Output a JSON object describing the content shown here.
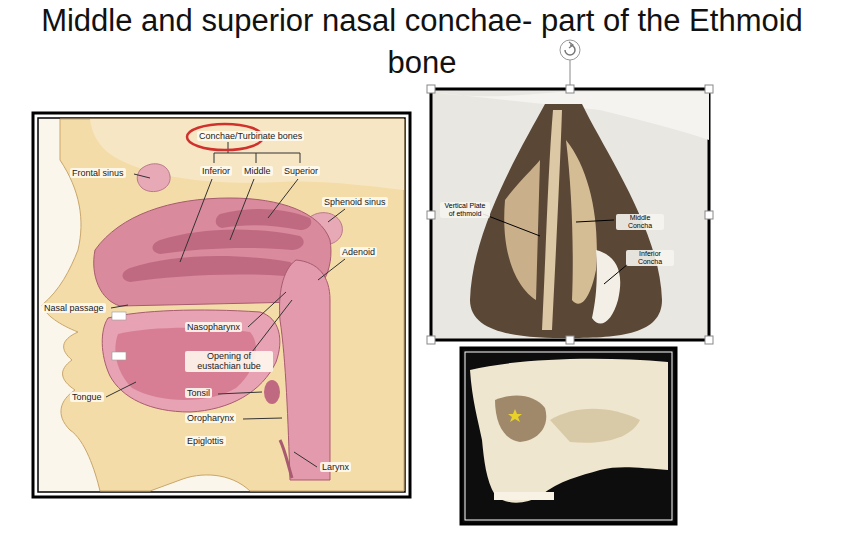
{
  "diagram": {
    "title": "Middle and superior nasal conchae- part of the Ethmoid bone",
    "labels": [
      "Conchae/Turbinate bones",
      "Inferior",
      "Middle",
      "Superior",
      "Frontal sinus",
      "Sphenoid sinus",
      "Adenoid",
      "Nasal passage",
      "Nasopharynx",
      "Opening of eustachian tube",
      "Tongue",
      "Tonsil",
      "Oropharynx",
      "Epiglottis",
      "Larynx",
      "Vertical Plate of ethmoid",
      "Middle Concha",
      "Inferior Concha"
    ]
  }
}
